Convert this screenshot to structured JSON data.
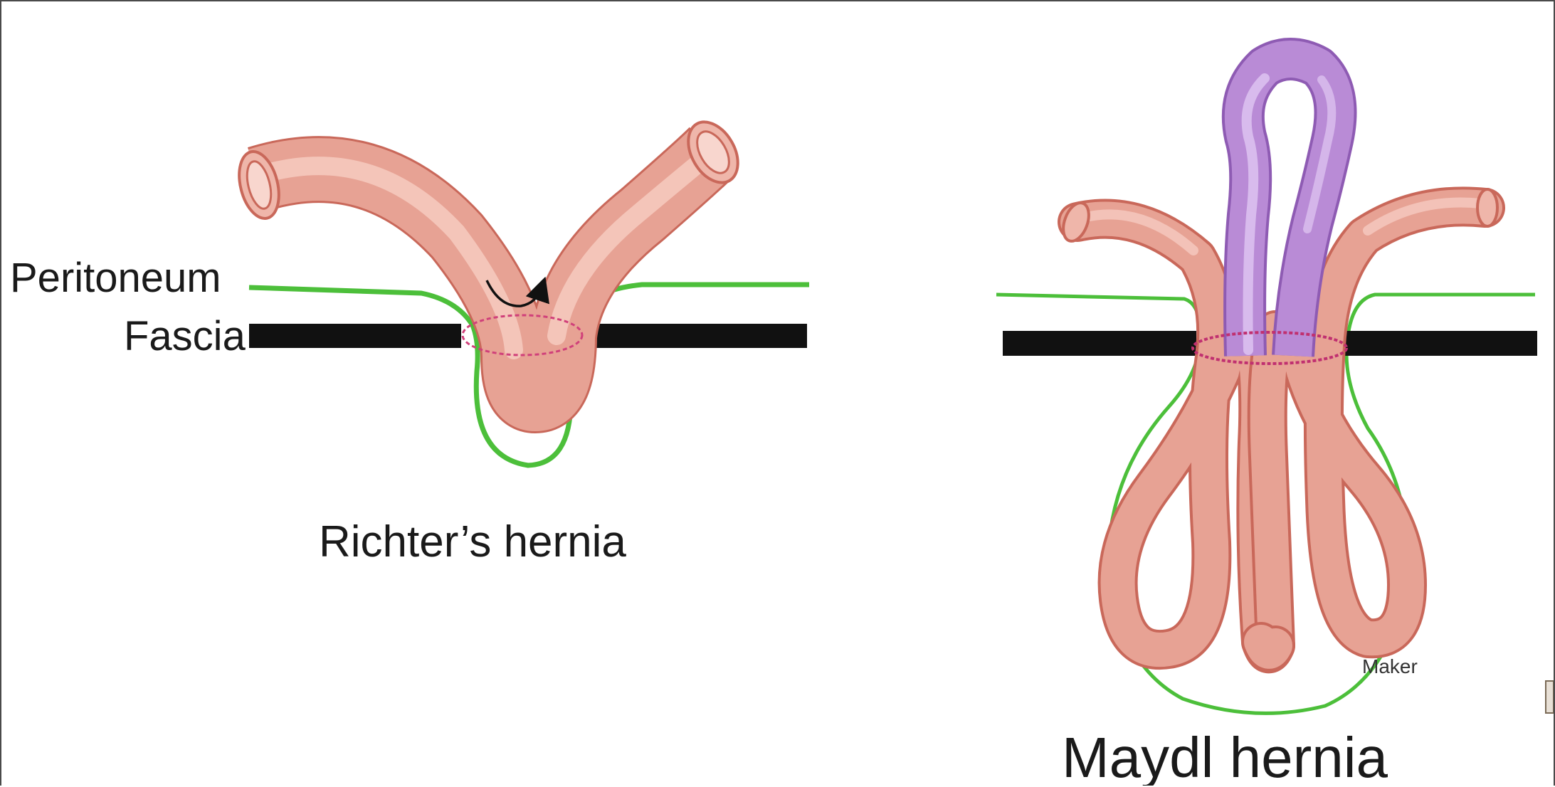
{
  "labels": {
    "peritoneum": "Peritoneum",
    "fascia": "Fascia",
    "richter_caption": "Richter’s hernia",
    "maydl_caption": "Maydl hernia",
    "artist_signature": "Maker"
  },
  "colors": {
    "bowel_fill": "#e7a294",
    "bowel_outline": "#c9685a",
    "bowel_highlight": "#f6cbc0",
    "strangulated_loop_fill": "#b98bd6",
    "strangulated_loop_outline": "#8e5bb3",
    "peritoneum_line": "#4cbf3a",
    "fascia_bar": "#111111",
    "constriction_ring": "#d0407a",
    "background": "#ffffff"
  }
}
